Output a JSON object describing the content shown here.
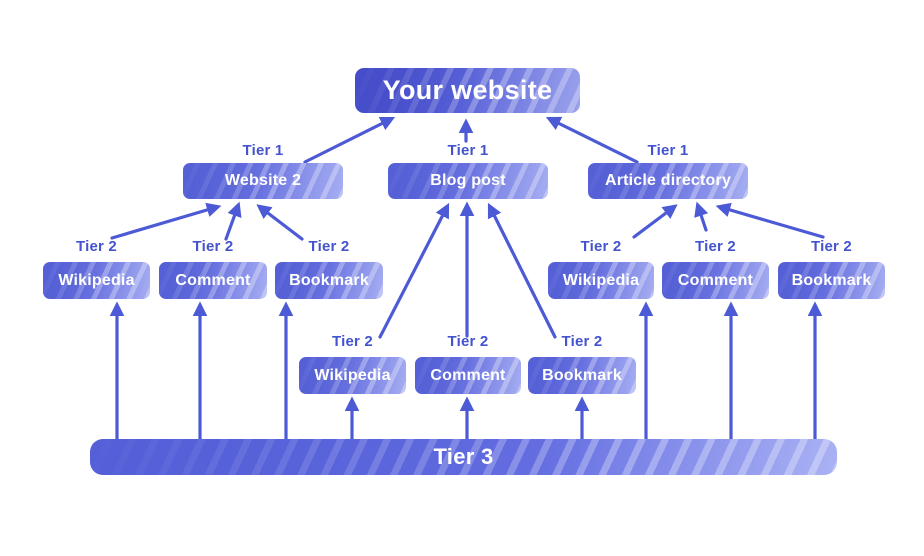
{
  "colors": {
    "background": "#ffffff",
    "arrow": "#4c5ad6",
    "tier_label": "#4453ce",
    "node_text": "#ffffff",
    "box_dark": "#5560d6",
    "box_mid": "#6b74e0",
    "box_light": "#a6aef2",
    "root_dark": "#454dc9",
    "root_mid": "#5a63d8",
    "root_light": "#9aa2ec",
    "bar_dark": "#5560d8",
    "bar_mid": "#6670e2",
    "bar_light": "#aab2f4"
  },
  "root": {
    "label": "Your website"
  },
  "tier1": {
    "label": "Tier 1",
    "nodes": [
      "Website 2",
      "Blog post",
      "Article directory"
    ]
  },
  "tier2": {
    "label": "Tier 2",
    "groups": {
      "left": [
        "Wikipedia",
        "Comment",
        "Bookmark"
      ],
      "middle": [
        "Wikipedia",
        "Comment",
        "Bookmark"
      ],
      "right": [
        "Wikipedia",
        "Comment",
        "Bookmark"
      ]
    }
  },
  "tier3": {
    "label": "Tier 3"
  }
}
